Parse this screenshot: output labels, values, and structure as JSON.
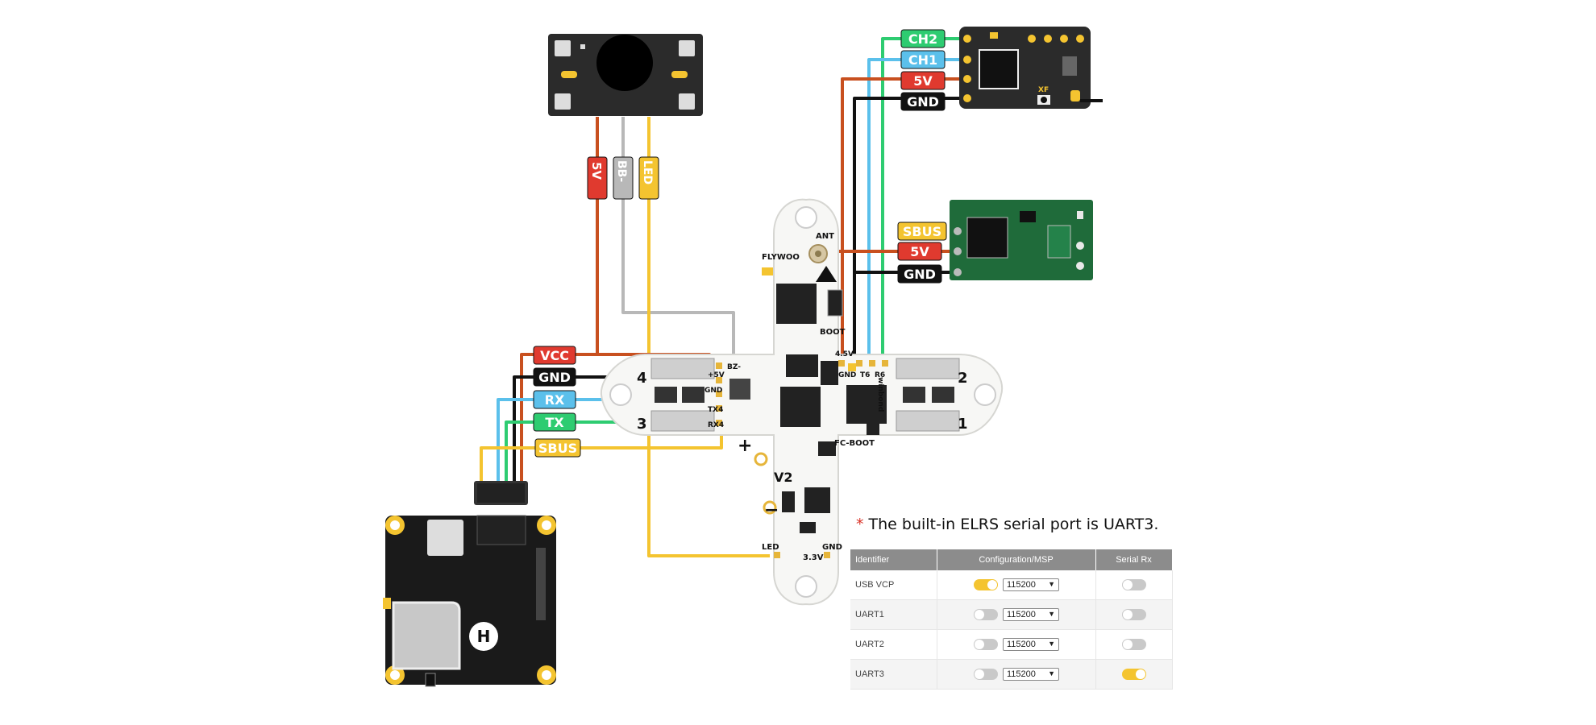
{
  "colors": {
    "red": "#e03a2f",
    "black": "#111111",
    "blue": "#5bc0eb",
    "green": "#2ecc71",
    "yellow": "#f4c430",
    "gray": "#b8b8b8",
    "wire_orange": "#c8501f",
    "pcb_dark": "#2b2b2b",
    "pcb_green": "#1f6b3a"
  },
  "buzzer_labels": [
    "5V",
    "BB-",
    "LED"
  ],
  "elrs_rx_labels": [
    "CH2",
    "CH1",
    "5V",
    "GND"
  ],
  "sbus_rx_labels": [
    "SBUS",
    "5V",
    "GND"
  ],
  "vtx_labels": [
    "VCC",
    "GND",
    "RX",
    "TX",
    "SBUS"
  ],
  "board": {
    "brand": "FLYWOO",
    "ant": "ANT",
    "boot": "BOOT",
    "fc_boot": "FC-BOOT",
    "version": "V2",
    "pads_left": [
      "BZ-",
      "+5V",
      "GND",
      "TX4",
      "RX4"
    ],
    "pads_top_right": [
      "4.5V",
      "GND",
      "T6",
      "R6"
    ],
    "pads_bottom": [
      "LED",
      "3.3V",
      "GND"
    ],
    "motor_numbers": [
      "4",
      "3",
      "2",
      "1"
    ],
    "plus": "+",
    "minus": "−",
    "chip_text": "winbond",
    "rx_letters": "XF",
    "cam_logo": "H"
  },
  "note": {
    "star": "*",
    "text": "The built-in ELRS serial port is UART3."
  },
  "ports_table": {
    "headers": [
      "Identifier",
      "Configuration/MSP",
      "Serial Rx"
    ],
    "rows": [
      {
        "id": "USB VCP",
        "msp": true,
        "baud": "115200",
        "serial_rx": false
      },
      {
        "id": "UART1",
        "msp": false,
        "baud": "115200",
        "serial_rx": false
      },
      {
        "id": "UART2",
        "msp": false,
        "baud": "115200",
        "serial_rx": false
      },
      {
        "id": "UART3",
        "msp": false,
        "baud": "115200",
        "serial_rx": true
      }
    ]
  }
}
